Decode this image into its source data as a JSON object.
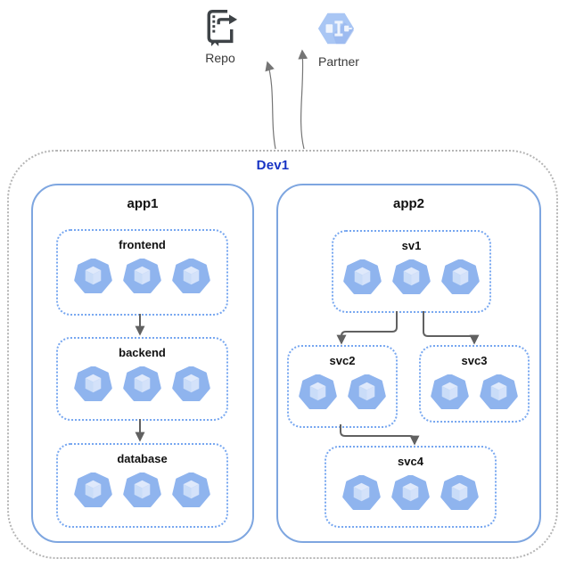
{
  "external": {
    "repo": {
      "label": "Repo",
      "icon": "source-repository-icon"
    },
    "partner": {
      "label": "Partner",
      "icon": "partner-hexagon-icon"
    }
  },
  "environment": {
    "label": "Dev1"
  },
  "apps": [
    {
      "label": "app1",
      "services": [
        {
          "label": "frontend",
          "pods": 3
        },
        {
          "label": "backend",
          "pods": 3
        },
        {
          "label": "database",
          "pods": 3
        }
      ]
    },
    {
      "label": "app2",
      "services": [
        {
          "label": "sv1",
          "pods": 3
        },
        {
          "label": "svc2",
          "pods": 2
        },
        {
          "label": "svc3",
          "pods": 2
        },
        {
          "label": "svc4",
          "pods": 3
        }
      ]
    }
  ],
  "connections": [
    {
      "from": "Dev1",
      "to": "Repo"
    },
    {
      "from": "Dev1",
      "to": "Partner"
    },
    {
      "from": "frontend",
      "to": "backend"
    },
    {
      "from": "backend",
      "to": "database"
    },
    {
      "from": "sv1",
      "to": "svc2"
    },
    {
      "from": "sv1",
      "to": "svc3"
    },
    {
      "from": "svc2",
      "to": "svc4"
    }
  ],
  "colors": {
    "env_label": "#1733C4",
    "env_border": "#B5B5B5",
    "app_border": "#7EA6E0",
    "service_border": "#77A7F0",
    "pod_fill": "#8FB4EE",
    "pod_cube_top": "#DFE9FB",
    "pod_cube_left": "#C9DCF8",
    "pod_cube_right": "#D4E2FA",
    "arrow": "#616161",
    "thin_arrow": "#757575",
    "repo_icon": "#3E4347",
    "partner_hexagon": "#A9C6F4"
  }
}
